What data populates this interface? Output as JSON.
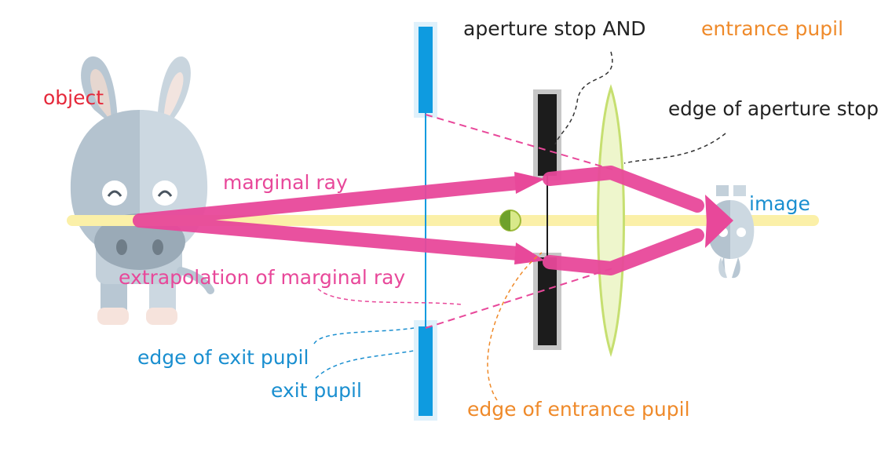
{
  "colors": {
    "ray": "#e8489a",
    "axis": "#fbf0a8",
    "exit_pupil": "#0e9be0",
    "stop": "#1c1c1c",
    "lens": "#d6e98f",
    "label_red": "#e5283a",
    "label_pink": "#e8489a",
    "label_blue": "#1a8fd0",
    "label_orange": "#ef8a2a",
    "label_dark": "#222222"
  },
  "labels": {
    "object": "object",
    "marginal_ray": "marginal ray",
    "extrapolation": "extrapolation of marginal ray",
    "edge_exit_pupil": "edge of exit pupil",
    "exit_pupil": "exit pupil",
    "aperture_stop_and": "aperture stop AND",
    "entrance_pupil": "entrance pupil",
    "edge_aperture_stop": "edge of aperture stop",
    "image": "image",
    "edge_entrance_pupil": "edge of entrance pupil"
  }
}
